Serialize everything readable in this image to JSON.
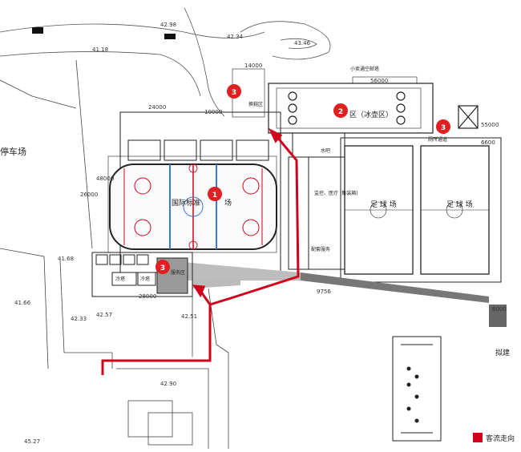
{
  "parking_label": "停车场",
  "rink_label": "国际标准",
  "rink_label_suffix": "场",
  "curling_zone_label": "区（冰壶区）",
  "waterpump_label": "水吧",
  "monitor_label": "监控、医疗\n(集装箱)",
  "service_label": "配套服务",
  "football_left": "足\n球\n场",
  "football_right": "足\n球\n场",
  "planned_label": "拟建",
  "legend_label": "客流走向",
  "shoe_area_label": "换鞋区",
  "service_zone_label": "服务区",
  "restroom_label": "厕所通道",
  "small_booth_label": "小卖通空邮塔",
  "markers": [
    "1",
    "2",
    "3",
    "3",
    "3"
  ],
  "elevations": [
    "42.98",
    "42.34",
    "43.46",
    "41.18",
    "41.68",
    "41.66",
    "42.57",
    "42.51",
    "42.33",
    "42.90",
    "45.27"
  ],
  "dimensions": [
    "14000",
    "24000",
    "10000",
    "26000",
    "28000",
    "55000",
    "56000",
    "9756",
    "6000",
    "6600",
    "48000"
  ],
  "cell_labels": [
    "冷塔",
    "冷塔"
  ],
  "colors": {
    "flow": "#d0021b",
    "marker": "#e02020",
    "rink_blue": "#3c78d8",
    "road": "#888888"
  }
}
